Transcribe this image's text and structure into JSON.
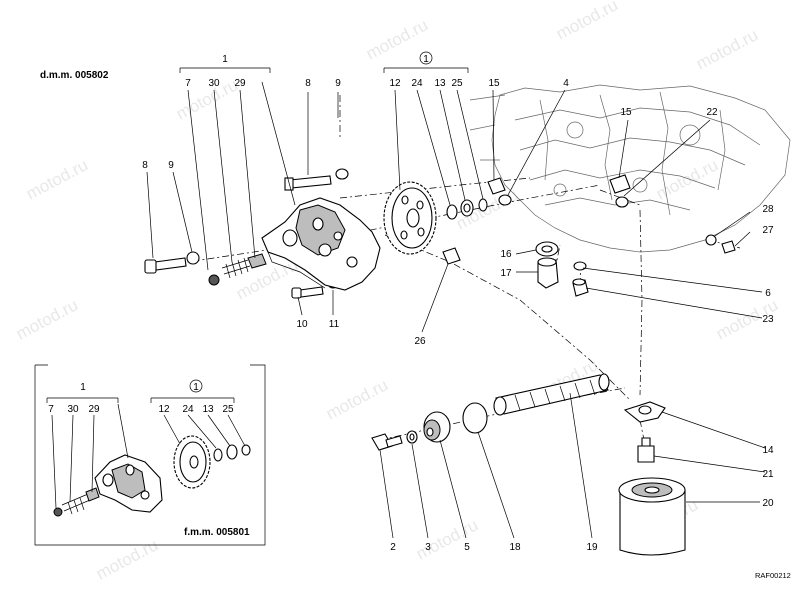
{
  "header_main": "d.m.m. 005802",
  "header_inset": "f.m.m. 005801",
  "reference_code": "RAF00212",
  "watermark": "motod.ru",
  "group_labels": {
    "main_pump": "1",
    "main_gear": "1",
    "inset_pump": "1",
    "inset_gear": "1"
  },
  "labels": {
    "main_7": "7",
    "main_30": "30",
    "main_29": "29",
    "top_8": "8",
    "top_9": "9",
    "main_12": "12",
    "main_24": "24",
    "main_13": "13",
    "main_25": "25",
    "top_15": "15",
    "top_4": "4",
    "right_15": "15",
    "right_22": "22",
    "left_8": "8",
    "left_9": "9",
    "right_28": "28",
    "right_27": "27",
    "mid_16": "16",
    "mid_17": "17",
    "right_6": "6",
    "right_23": "23",
    "bot_10": "10",
    "bot_11": "11",
    "bot_26": "26",
    "inset_7": "7",
    "inset_30": "30",
    "inset_29": "29",
    "inset_12": "12",
    "inset_24": "24",
    "inset_13": "13",
    "inset_25": "25",
    "right_14": "14",
    "right_21": "21",
    "right_20": "20",
    "bot_2": "2",
    "bot_3": "3",
    "bot_5": "5",
    "bot_18": "18",
    "bot_19": "19"
  }
}
